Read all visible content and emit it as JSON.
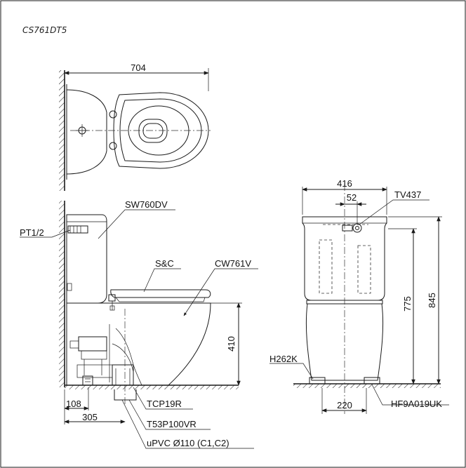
{
  "model_code": "CS761DT5",
  "dimensions": {
    "top_width": "704",
    "height_410": "410",
    "offset_108": "108",
    "rough_in_305": "305",
    "front_width": "416",
    "center_52": "52",
    "tank_775": "775",
    "total_845": "845",
    "base_220": "220"
  },
  "parts": {
    "seat_cover": "SW760DV",
    "inlet": "PT1/2",
    "seat": "S&C",
    "bowl": "CW761V",
    "outlet_connector": "TCP19R",
    "flange": "T53P100VR",
    "pipe": "uPVC Ø110 (C1,C2)",
    "flush_valve": "TV437",
    "hinge": "H262K",
    "fixing": "HF9A019UK"
  },
  "colors": {
    "line": "#1a1a1a",
    "background": "#ffffff"
  }
}
